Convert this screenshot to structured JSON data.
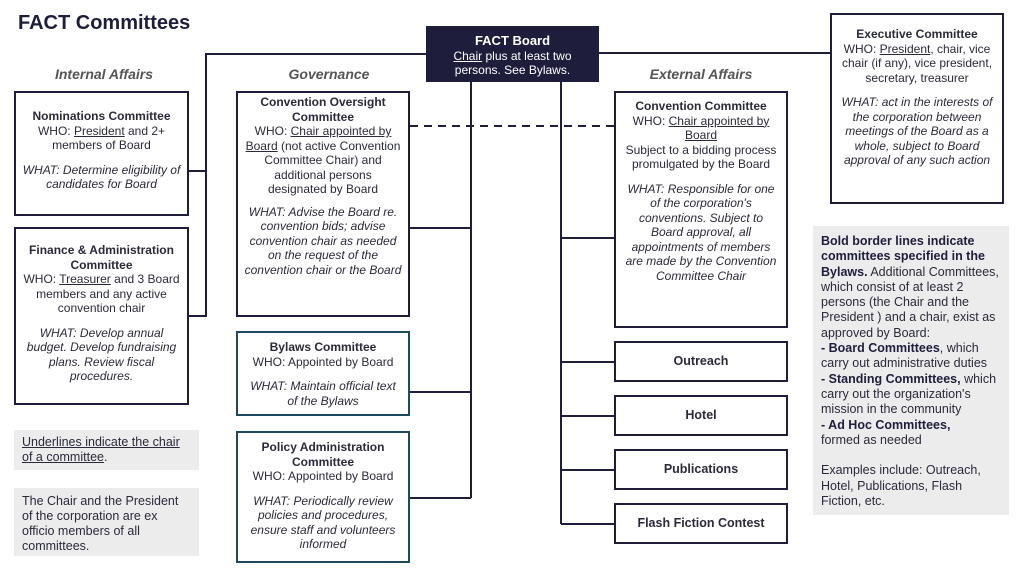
{
  "title": "FACT Committees",
  "sections": {
    "internal": "Internal Affairs",
    "governance": "Governance",
    "external": "External Affairs"
  },
  "board": {
    "name": "FACT Board",
    "chair": "Chair",
    "who_rest": " plus at least two persons. See Bylaws."
  },
  "executive": {
    "name": "Executive Committee",
    "who_pre": "WHO: ",
    "who_chair": "President",
    "who_rest": ", chair, vice chair (if any), vice president, secretary, treasurer",
    "what": "WHAT: act in the interests of the corporation between meetings of the Board as a whole, subject to Board approval of any such action"
  },
  "nominations": {
    "name": "Nominations Committee",
    "who_pre": "WHO: ",
    "who_chair": "President",
    "who_rest": " and 2+ members of Board",
    "what": "WHAT: Determine eligibility of candidates for Board"
  },
  "finance": {
    "name": "Finance & Administration Committee",
    "who_pre": "WHO: ",
    "who_chair": "Treasurer",
    "who_rest": " and 3 Board members and any active convention chair",
    "what": "WHAT: Develop annual budget. Develop fundraising plans. Review fiscal procedures."
  },
  "oversight": {
    "name": "Convention Oversight Committee",
    "who_pre": "WHO: ",
    "who_chair": "Chair appointed by Board",
    "who_rest": " (not active Convention Committee Chair) and additional persons designated by Board",
    "what": "WHAT: Advise the Board re. convention bids;  advise convention chair as needed on the request of the convention chair or the Board"
  },
  "bylaws": {
    "name": "Bylaws Committee",
    "who": "WHO: Appointed by Board",
    "what": "WHAT: Maintain official text of the Bylaws"
  },
  "policy": {
    "name": "Policy Administration Committee",
    "who": "WHO: Appointed by Board",
    "what": "WHAT: Periodically review policies and procedures, ensure staff and volunteers informed"
  },
  "convention": {
    "name": "Convention Committee",
    "who_pre": "WHO: ",
    "who_chair": "Chair appointed by Board",
    "who_rest": "Subject to a bidding process promulgated by the Board",
    "what": "WHAT: Responsible for one of the corporation's conventions. Subject to Board approval, all appointments of members are made by the Convention Committee Chair"
  },
  "small_committees": [
    "Outreach",
    "Hotel",
    "Publications",
    "Flash Fiction Contest"
  ],
  "notes": {
    "underlines_link": "Underlines indicate the chair of a committee",
    "underlines_end": ".",
    "exofficio": "The Chair and the President of the corporation are ex officio members of all committees."
  },
  "legend": {
    "bold": "Bold border lines indicate committees specified in the Bylaws.",
    "intro": " Additional Committees, which consist of at least 2 persons (the Chair and the President ) and a chair, exist as approved by Board:",
    "b1_label": "- Board Committees",
    "b1_text": ", which carry out administrative duties",
    "b2_label": "- Standing Committees,",
    "b2_text": " which carry out the organization's mission in the community",
    "b3_label": "- Ad Hoc Committees,",
    "b3_text": "formed as needed",
    "examples": "Examples include: Outreach, Hotel, Publications, Flash Fiction, etc."
  },
  "colors": {
    "navy": "#1e1e3c",
    "teal_border": "#1e4a5e",
    "note_bg": "#ececec"
  }
}
